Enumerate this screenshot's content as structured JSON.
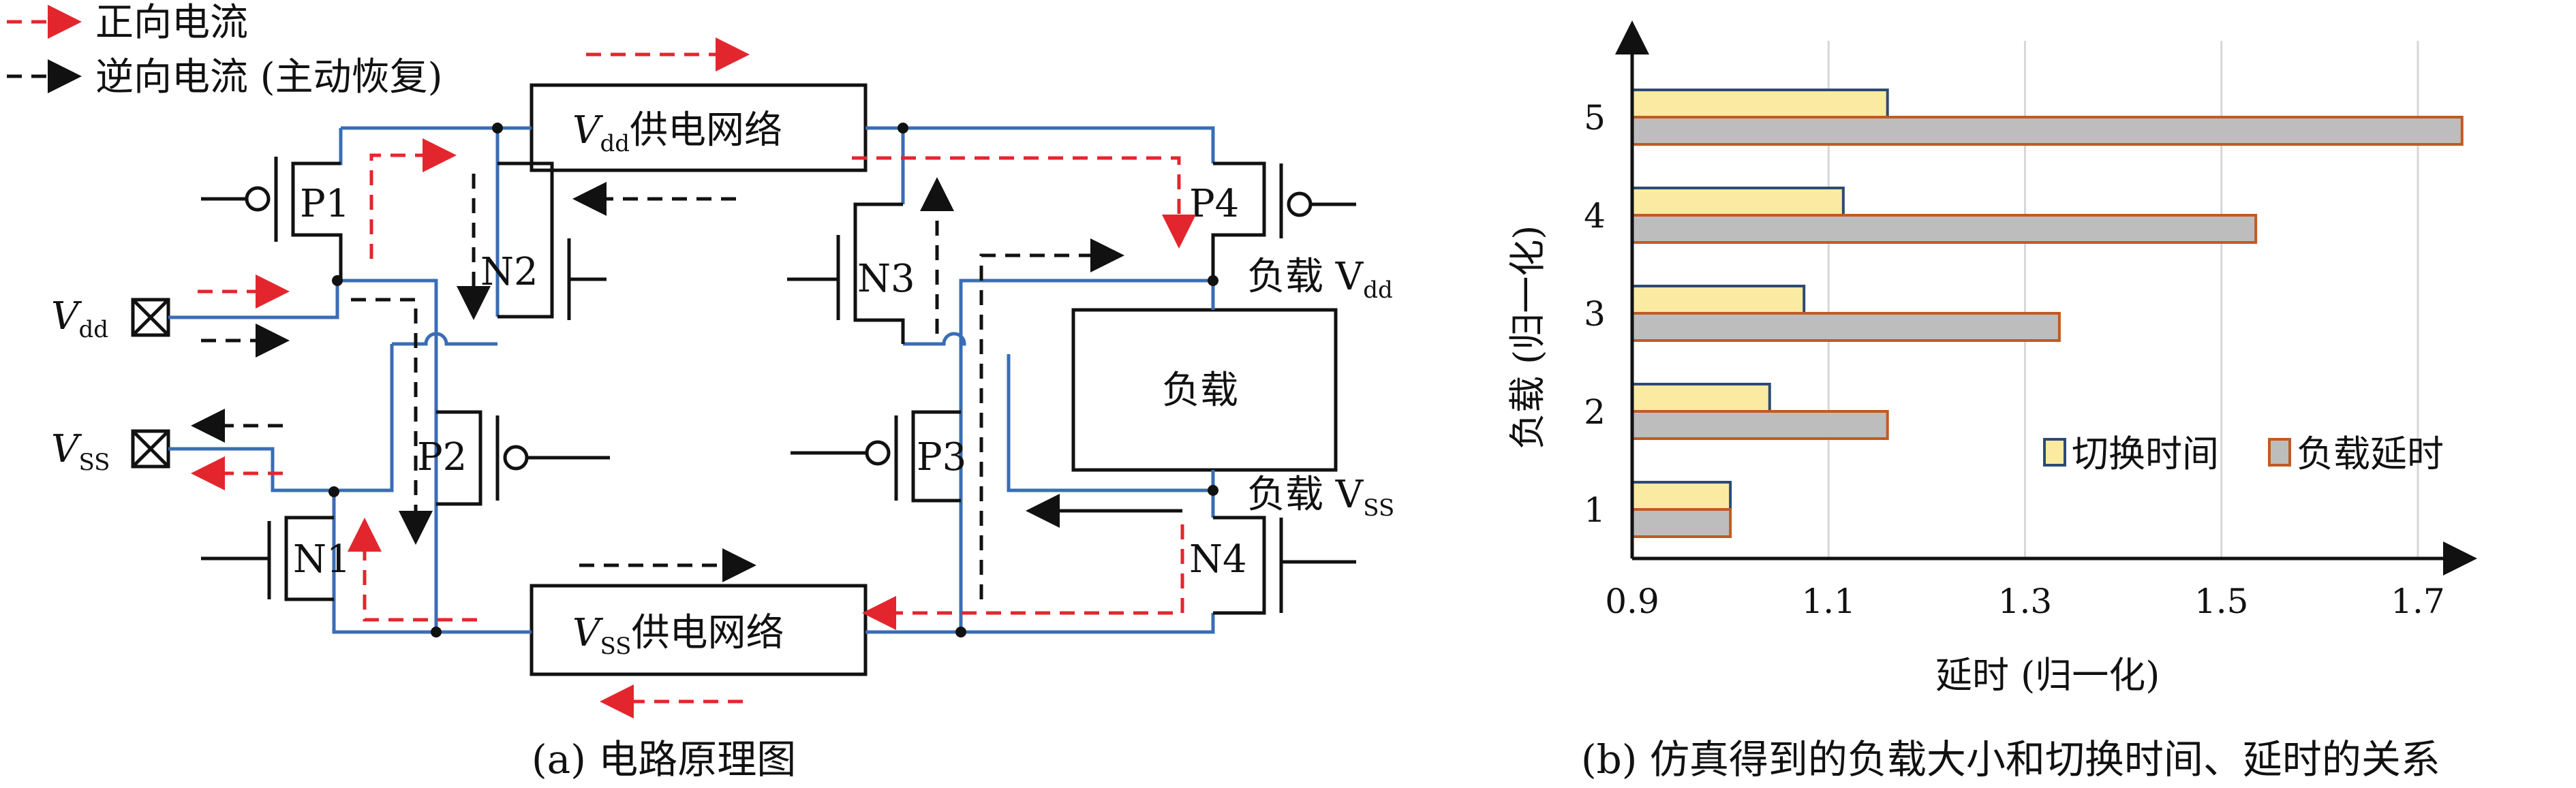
{
  "diagram": {
    "legend": {
      "forward": "正向电流",
      "reverse": "逆向电流 (主动恢复)"
    },
    "vdd_net_prefix": "V",
    "vdd_net_sub": "dd",
    "vdd_net_suffix": "供电网络",
    "vss_net_prefix": "V",
    "vss_net_sub": "SS",
    "vss_net_suffix": "供电网络",
    "load": "负载",
    "load_vdd_prefix": "负载 V",
    "load_vdd_sub": "dd",
    "load_vss_prefix": "负载 V",
    "load_vss_sub": "SS",
    "pad_vdd_main": "V",
    "pad_vdd_sub": "dd",
    "pad_vss_main": "V",
    "pad_vss_sub": "SS",
    "transistors": [
      "P1",
      "N2",
      "P2",
      "N1",
      "N3",
      "P4",
      "P3",
      "N4"
    ],
    "caption": "(a) 电路原理图",
    "colors": {
      "wire": "#3a6db5",
      "forward": "#e3262e",
      "reverse": "#111111"
    }
  },
  "chart_data": {
    "type": "bar",
    "orientation": "horizontal",
    "categories": [
      "1",
      "2",
      "3",
      "4",
      "5"
    ],
    "series": [
      {
        "name": "切换时间",
        "values": [
          1.0,
          1.04,
          1.075,
          1.115,
          1.16
        ],
        "color": "#fbeaa2",
        "edge": "#2d4a74"
      },
      {
        "name": "负载延时",
        "values": [
          1.0,
          1.16,
          1.335,
          1.535,
          1.745
        ],
        "color": "#bdbdbd",
        "edge": "#c25a22"
      }
    ],
    "xlabel": "延时 (归一化)",
    "ylabel": "负载 (归一化)",
    "xlim": [
      0.9,
      1.75
    ],
    "xticks": [
      "0.9",
      "1.1",
      "1.3",
      "1.5",
      "1.7"
    ],
    "grid": true,
    "legend_position": "right-middle",
    "caption": "(b) 仿真得到的负载大小和切换时间、延时的关系"
  }
}
